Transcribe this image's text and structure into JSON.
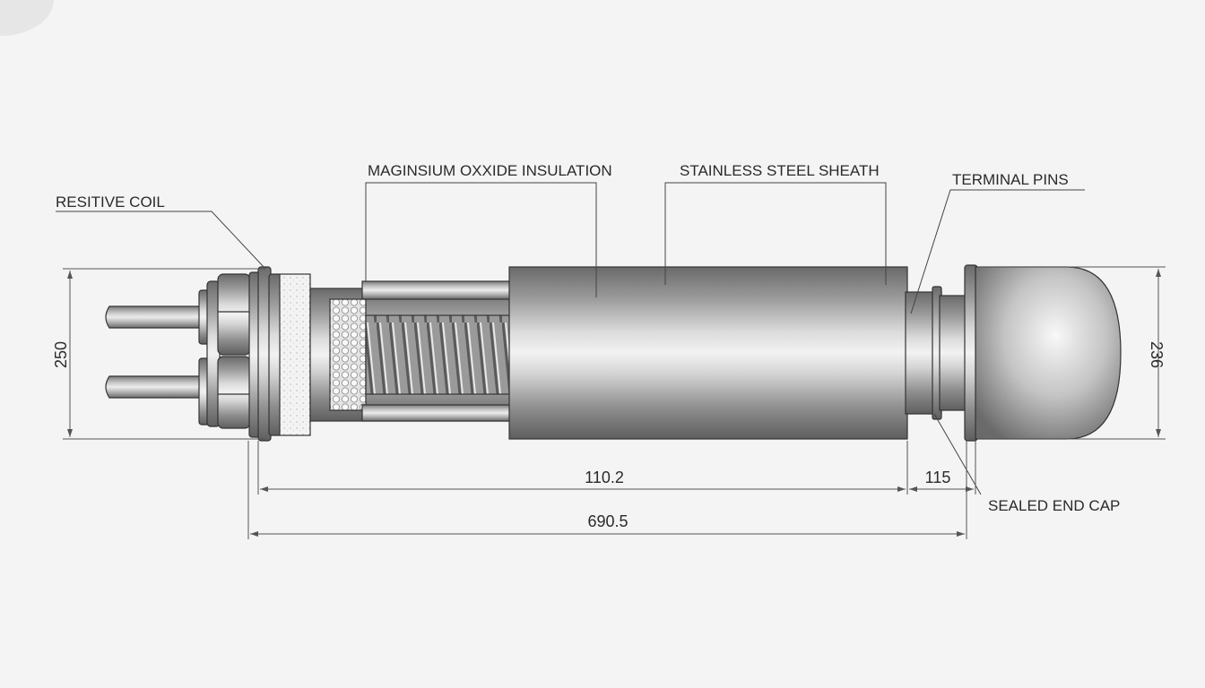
{
  "labels": {
    "resistive_coil": "RESITIVE COIL",
    "mgo_insulation": "MAGINSIUM OXXIDE INSULATION",
    "sheath": "STAINLESS STEEL SHEATH",
    "terminal_pins": "TERMINAL PINS",
    "end_cap": "SEALED END CAP"
  },
  "dimensions": {
    "left_height": "250",
    "right_height": "236",
    "sheath_length": "110.2",
    "neck_length": "115",
    "overall_length": "690.5"
  },
  "colors": {
    "background": "#f4f4f4",
    "steel_dark": "#6e6e6e",
    "steel_light": "#e6e6e6",
    "insulation": "#f2f2f2",
    "line": "#333333"
  }
}
